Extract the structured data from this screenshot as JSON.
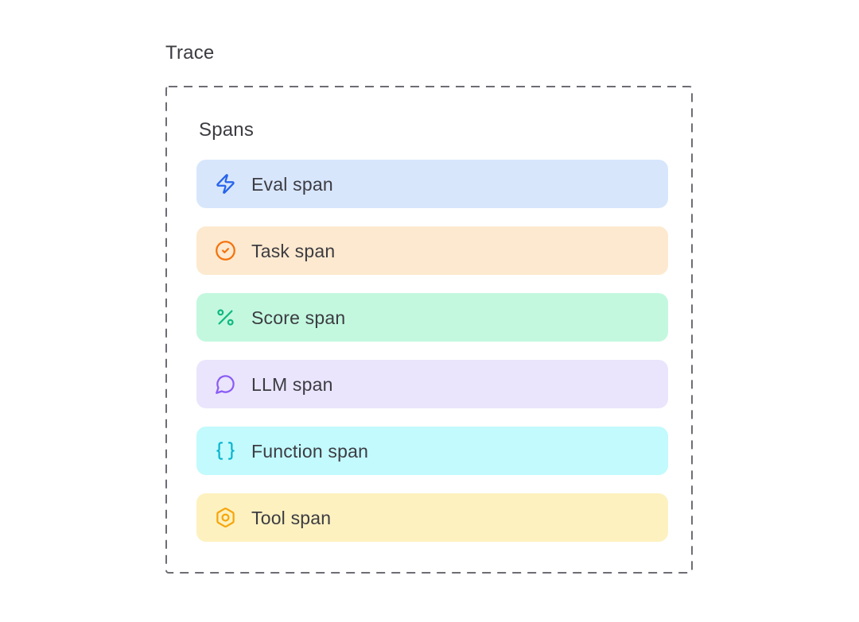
{
  "page": {
    "background": "#ffffff",
    "text_color": "#3c3c42"
  },
  "trace": {
    "title": "Trace"
  },
  "spans_panel": {
    "title": "Spans",
    "border_color": "#6d6d74",
    "border_style": "dashed",
    "items": [
      {
        "label": "Eval span",
        "icon": "zap-icon",
        "bg": "#d8e6fc",
        "icon_color": "#2563eb"
      },
      {
        "label": "Task span",
        "icon": "check-circle-icon",
        "bg": "#fde9cf",
        "icon_color": "#f4720d"
      },
      {
        "label": "Score span",
        "icon": "percent-icon",
        "bg": "#c3f8df",
        "icon_color": "#10b981"
      },
      {
        "label": "LLM span",
        "icon": "message-circle-icon",
        "bg": "#eae5fc",
        "icon_color": "#8b5cf6"
      },
      {
        "label": "Function span",
        "icon": "braces-icon",
        "bg": "#c2fafd",
        "icon_color": "#0cb5cf"
      },
      {
        "label": "Tool span",
        "icon": "hexagon-nut-icon",
        "bg": "#fdf1c0",
        "icon_color": "#f6a60b"
      }
    ]
  }
}
